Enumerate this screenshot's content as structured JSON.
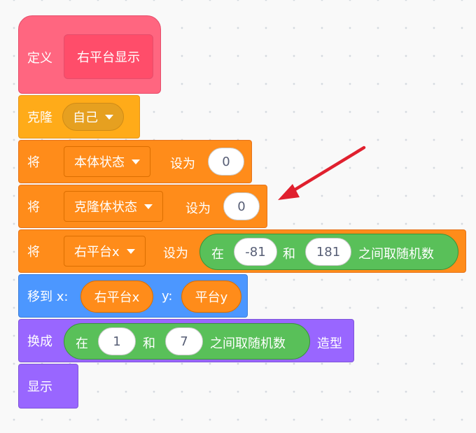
{
  "define_block": {
    "keyword": "定义",
    "procedure_name": "右平台显示"
  },
  "clone_block": {
    "label": "克隆",
    "target": "自己"
  },
  "set_block_1": {
    "label": "将",
    "variable": "本体状态",
    "to_label": "设为",
    "value": "0"
  },
  "set_block_2": {
    "label": "将",
    "variable": "克隆体状态",
    "to_label": "设为",
    "value": "0"
  },
  "set_block_3": {
    "label": "将",
    "variable": "右平台x",
    "to_label": "设为",
    "random": {
      "prefix": "在",
      "from": "-81",
      "and_label": "和",
      "to": "181",
      "suffix": "之间取随机数"
    }
  },
  "goto_block": {
    "label": "移到 x:",
    "x_value": "右平台x",
    "y_label": "y:",
    "y_value": "平台y"
  },
  "costume_block": {
    "label": "换成",
    "suffix": "造型",
    "random": {
      "prefix": "在",
      "from": "1",
      "and_label": "和",
      "to": "7",
      "suffix": "之间取随机数"
    }
  },
  "show_block": {
    "label": "显示"
  },
  "colors": {
    "my_blocks": "#ff6680",
    "control": "#ffab19",
    "variables": "#ff8c1a",
    "motion": "#4c97ff",
    "looks": "#9966ff",
    "operators": "#59c059",
    "annotation_arrow": "#e0202e"
  }
}
